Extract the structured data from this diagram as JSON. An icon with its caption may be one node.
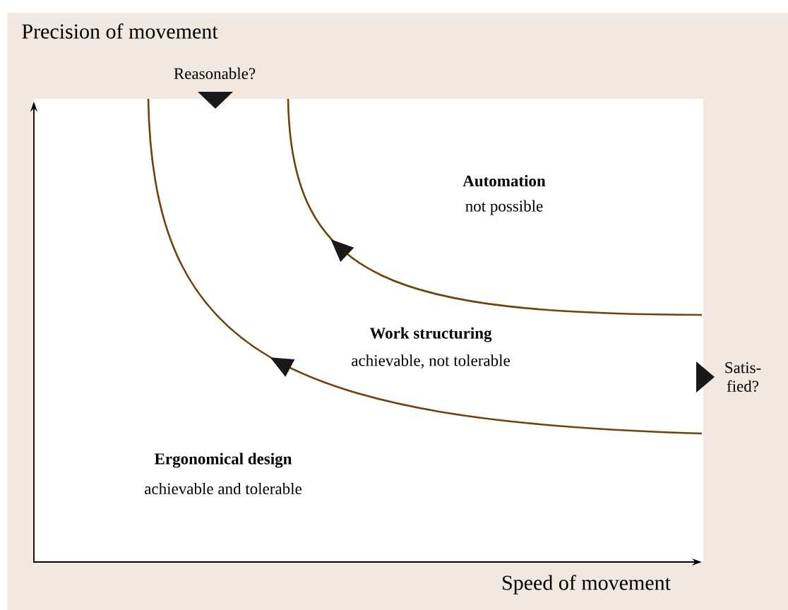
{
  "diagram": {
    "labels": [
      "Precision of movement",
      "Reasonable?",
      "Automation",
      "not possible",
      "Work structuring",
      "achievable, not tolerable",
      "Satis-fied?",
      "Ergonomical design",
      "achievable and tolerable",
      "Speed of movement"
    ]
  }
}
